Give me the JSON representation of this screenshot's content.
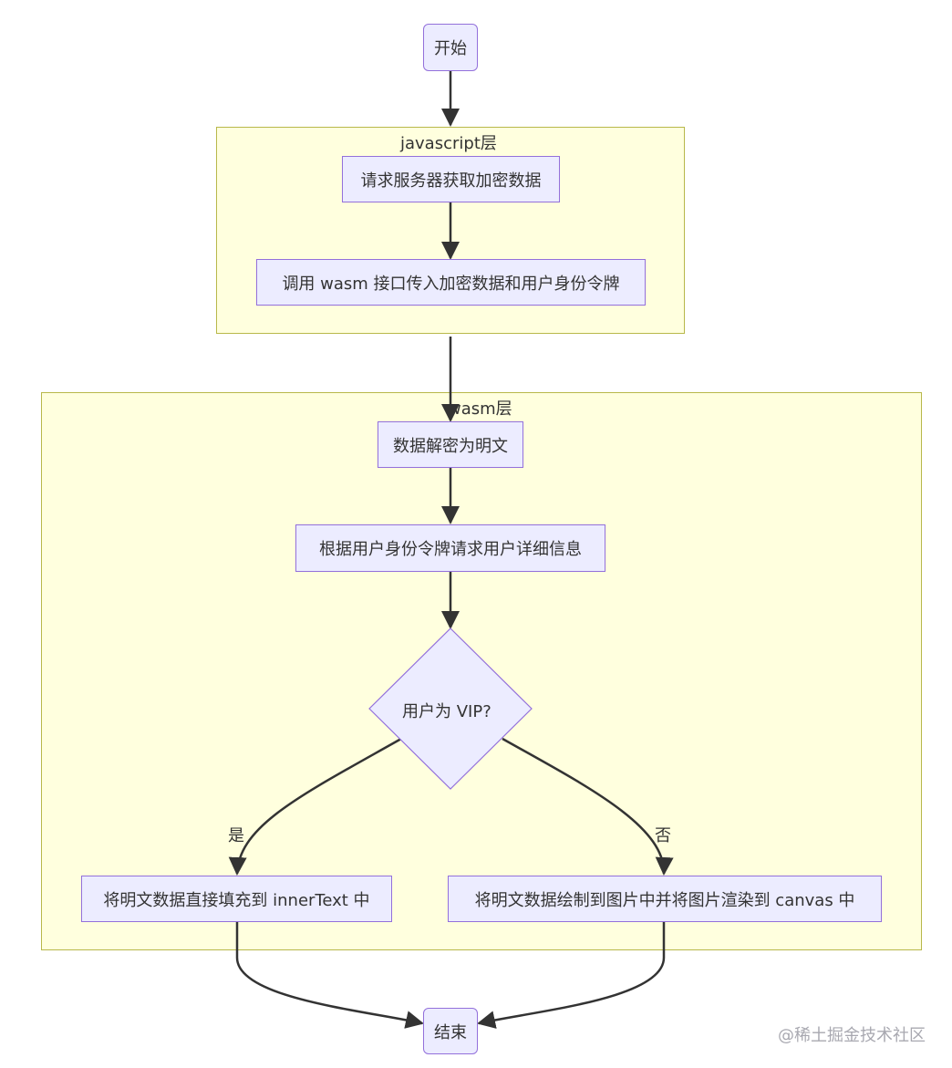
{
  "diagram": {
    "nodes": {
      "start": "开始",
      "fetch_encrypted": "请求服务器获取加密数据",
      "call_wasm": "调用 wasm 接口传入加密数据和用户身份令牌",
      "decrypt": "数据解密为明文",
      "request_user": "根据用户身份令牌请求用户详细信息",
      "is_vip": "用户为 VIP?",
      "fill_innertext": "将明文数据直接填充到 innerText 中",
      "draw_canvas": "将明文数据绘制到图片中并将图片渲染到 canvas 中",
      "end": "结束"
    },
    "clusters": {
      "javascript_layer": "javascript层",
      "wasm_layer": "wasm层"
    },
    "edge_labels": {
      "yes": "是",
      "no": "否"
    },
    "colors": {
      "node_fill": "#ececff",
      "node_border": "#9370db",
      "cluster_fill": "#ffffde",
      "cluster_border": "#b8b84a",
      "edge": "#333333"
    }
  },
  "watermark": "@稀土掘金技术社区"
}
